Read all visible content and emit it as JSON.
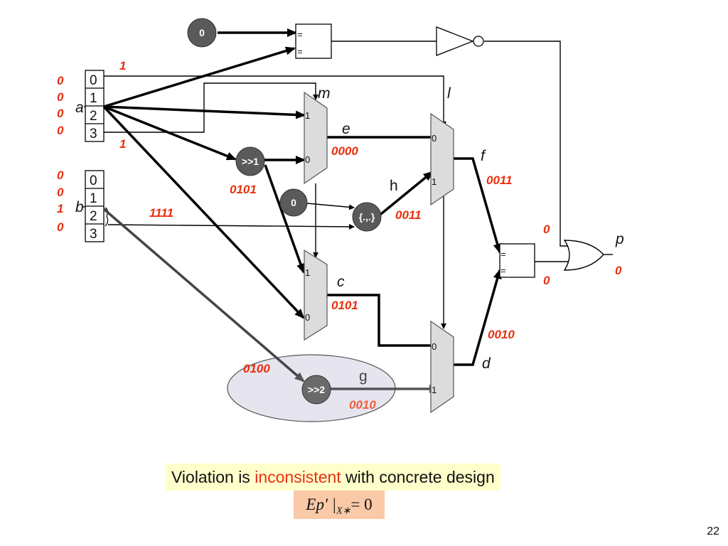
{
  "registers": {
    "a": {
      "name": "a",
      "cells": [
        "0",
        "1",
        "2",
        "3"
      ],
      "bits": [
        "0",
        "0",
        "0",
        "0"
      ]
    },
    "b": {
      "name": "b",
      "cells": [
        "0",
        "1",
        "2",
        "3"
      ],
      "bits": [
        "0",
        "0",
        "1",
        "0"
      ]
    }
  },
  "constants": {
    "top": "0",
    "mid": "0"
  },
  "ops": {
    "shift1": ">>1",
    "shift2": ">>2",
    "concat": "{.,.}"
  },
  "mux_ports": {
    "m": [
      "1",
      "0"
    ],
    "c": [
      "1",
      "0"
    ],
    "f": [
      "0",
      "1"
    ],
    "d": [
      "0",
      "1"
    ]
  },
  "net_names": {
    "m": "m",
    "l": "l",
    "e": "e",
    "h": "h",
    "f": "f",
    "c": "c",
    "g": "g",
    "d": "d",
    "p": "p"
  },
  "values": {
    "a0": "1",
    "a3": "1",
    "shift1": "0101",
    "b_concat": "1111",
    "e": "0000",
    "h": "0011",
    "f": "0011",
    "c": "0101",
    "g_in": "0100",
    "g": "0010",
    "d": "0010",
    "or_top": "0",
    "or_bottom": "0",
    "p": "0"
  },
  "caption": {
    "before": "Violation is ",
    "highlight": "inconsistent",
    "after": " with concrete design"
  },
  "formula": {
    "expr": "Ep′ |",
    "sub": "X∗",
    "rhs": "= 0"
  },
  "page_number": "22",
  "colors": {
    "value": "#e8300f",
    "caption_bg": "#ffffcc",
    "formula_bg": "#f9c9a8",
    "mux_fill": "#dcdcdc",
    "node_fill": "#5a5a5a",
    "ellipse_fill": "#e6e4ee"
  }
}
